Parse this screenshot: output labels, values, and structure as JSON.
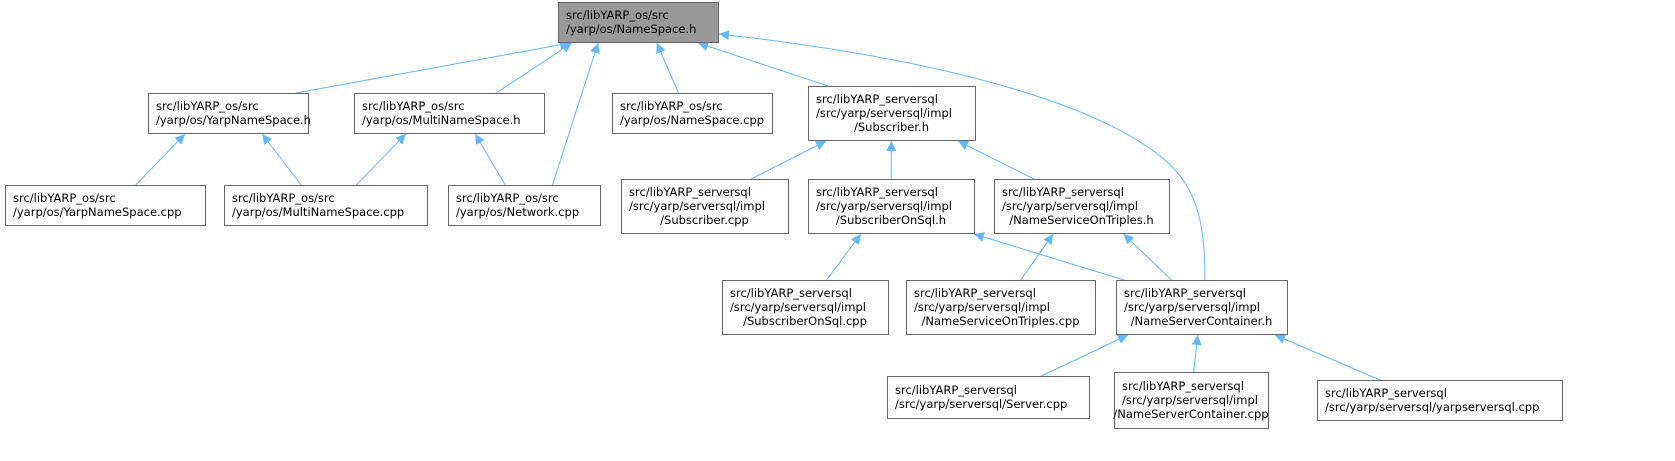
{
  "graph": {
    "colors": {
      "edge": "#63b8ff",
      "root_fill": "#999999",
      "node_border": "#666666"
    },
    "nodes": [
      {
        "id": "root",
        "lines": [
          "src/libYARP_os/src",
          "/yarp/os/NameSpace.h"
        ]
      },
      {
        "id": "yns_h",
        "lines": [
          "src/libYARP_os/src",
          "/yarp/os/YarpNameSpace.h"
        ]
      },
      {
        "id": "mns_h",
        "lines": [
          "src/libYARP_os/src",
          "/yarp/os/MultiNameSpace.h"
        ]
      },
      {
        "id": "ns_cpp",
        "lines": [
          "src/libYARP_os/src",
          "/yarp/os/NameSpace.cpp"
        ]
      },
      {
        "id": "sub_h",
        "lines": [
          "src/libYARP_serversql",
          "/src/yarp/serversql/impl",
          "/Subscriber.h"
        ]
      },
      {
        "id": "yns_cpp",
        "lines": [
          "src/libYARP_os/src",
          "/yarp/os/YarpNameSpace.cpp"
        ]
      },
      {
        "id": "mns_cpp",
        "lines": [
          "src/libYARP_os/src",
          "/yarp/os/MultiNameSpace.cpp"
        ]
      },
      {
        "id": "net_cpp",
        "lines": [
          "src/libYARP_os/src",
          "/yarp/os/Network.cpp"
        ]
      },
      {
        "id": "sub_cpp",
        "lines": [
          "src/libYARP_serversql",
          "/src/yarp/serversql/impl",
          "/Subscriber.cpp"
        ]
      },
      {
        "id": "subsql_h",
        "lines": [
          "src/libYARP_serversql",
          "/src/yarp/serversql/impl",
          "/SubscriberOnSql.h"
        ]
      },
      {
        "id": "nsot_h",
        "lines": [
          "src/libYARP_serversql",
          "/src/yarp/serversql/impl",
          "/NameServiceOnTriples.h"
        ]
      },
      {
        "id": "subsql_cpp",
        "lines": [
          "src/libYARP_serversql",
          "/src/yarp/serversql/impl",
          "/SubscriberOnSql.cpp"
        ]
      },
      {
        "id": "nsot_cpp",
        "lines": [
          "src/libYARP_serversql",
          "/src/yarp/serversql/impl",
          "/NameServiceOnTriples.cpp"
        ]
      },
      {
        "id": "nsc_h",
        "lines": [
          "src/libYARP_serversql",
          "/src/yarp/serversql/impl",
          "/NameServerContainer.h"
        ]
      },
      {
        "id": "server_cpp",
        "lines": [
          "src/libYARP_serversql",
          "/src/yarp/serversql/Server.cpp"
        ]
      },
      {
        "id": "nsc_cpp",
        "lines": [
          "src/libYARP_serversql",
          "/src/yarp/serversql/impl",
          "/NameServerContainer.cpp"
        ]
      },
      {
        "id": "ysql_cpp",
        "lines": [
          "src/libYARP_serversql",
          "/src/yarp/serversql/yarpserversql.cpp"
        ]
      }
    ],
    "edges": [
      {
        "from": "yns_h",
        "to": "root"
      },
      {
        "from": "mns_h",
        "to": "root"
      },
      {
        "from": "net_cpp",
        "to": "root"
      },
      {
        "from": "ns_cpp",
        "to": "root"
      },
      {
        "from": "sub_h",
        "to": "root"
      },
      {
        "from": "nsc_h",
        "to": "root"
      },
      {
        "from": "yns_cpp",
        "to": "yns_h"
      },
      {
        "from": "mns_cpp",
        "to": "yns_h"
      },
      {
        "from": "mns_cpp",
        "to": "mns_h"
      },
      {
        "from": "net_cpp",
        "to": "mns_h"
      },
      {
        "from": "sub_cpp",
        "to": "sub_h"
      },
      {
        "from": "subsql_h",
        "to": "sub_h"
      },
      {
        "from": "nsot_h",
        "to": "sub_h"
      },
      {
        "from": "subsql_cpp",
        "to": "subsql_h"
      },
      {
        "from": "nsc_h",
        "to": "subsql_h"
      },
      {
        "from": "nsot_cpp",
        "to": "nsot_h"
      },
      {
        "from": "nsc_h",
        "to": "nsot_h"
      },
      {
        "from": "server_cpp",
        "to": "nsc_h"
      },
      {
        "from": "nsc_cpp",
        "to": "nsc_h"
      },
      {
        "from": "ysql_cpp",
        "to": "nsc_h"
      }
    ]
  }
}
